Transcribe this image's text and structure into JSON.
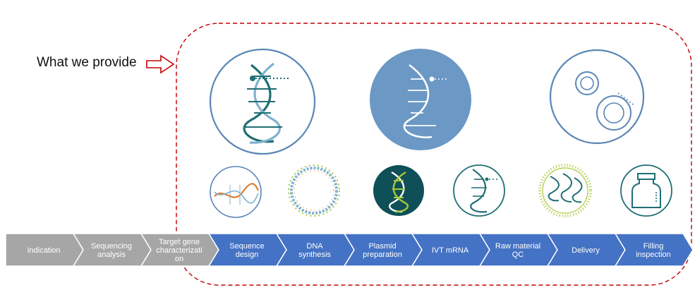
{
  "callout": {
    "label": "What we provide"
  },
  "colors": {
    "dashed_border": "#c00000",
    "arrow_outline": "#c00000",
    "gray_step": "#a6a6a6",
    "blue_step": "#4472c4",
    "step_text_gray": "#ffffff",
    "step_text_blue": "#ffffff",
    "circle_outline": "#5b86b6",
    "circle_fill_blue": "#6b98c4",
    "dark_teal": "#0f4f57",
    "helix_teal": "#1f6e74",
    "helix_light": "#7fb2cf",
    "accent_green": "#a8c93a",
    "accent_orange": "#e07a2e"
  },
  "large_icons": [
    {
      "name": "double-helix-icon",
      "style": "outline"
    },
    {
      "name": "single-strand-rna-icon",
      "style": "filled"
    },
    {
      "name": "cells-icon",
      "style": "outline"
    }
  ],
  "small_icons": [
    {
      "name": "gene-strand-icon"
    },
    {
      "name": "plasmid-ring-icon"
    },
    {
      "name": "dna-dark-icon"
    },
    {
      "name": "mrna-strand-icon"
    },
    {
      "name": "lipid-nanoparticle-icon"
    },
    {
      "name": "vial-icon"
    }
  ],
  "process_steps": [
    {
      "lines": [
        "Indication"
      ],
      "color": "gray"
    },
    {
      "lines": [
        "Sequencing",
        "analysis"
      ],
      "color": "gray"
    },
    {
      "lines": [
        "Target gene",
        "characterizati",
        "on"
      ],
      "color": "gray"
    },
    {
      "lines": [
        "Sequence",
        "design"
      ],
      "color": "blue"
    },
    {
      "lines": [
        "DNA",
        "synthesis"
      ],
      "color": "blue"
    },
    {
      "lines": [
        "Plasmid",
        "preparation"
      ],
      "color": "blue"
    },
    {
      "lines": [
        "IVT mRNA"
      ],
      "color": "blue"
    },
    {
      "lines": [
        "Raw material",
        "QC"
      ],
      "color": "blue"
    },
    {
      "lines": [
        "Delivery"
      ],
      "color": "blue"
    },
    {
      "lines": [
        "Filling",
        "inspection"
      ],
      "color": "blue"
    }
  ]
}
